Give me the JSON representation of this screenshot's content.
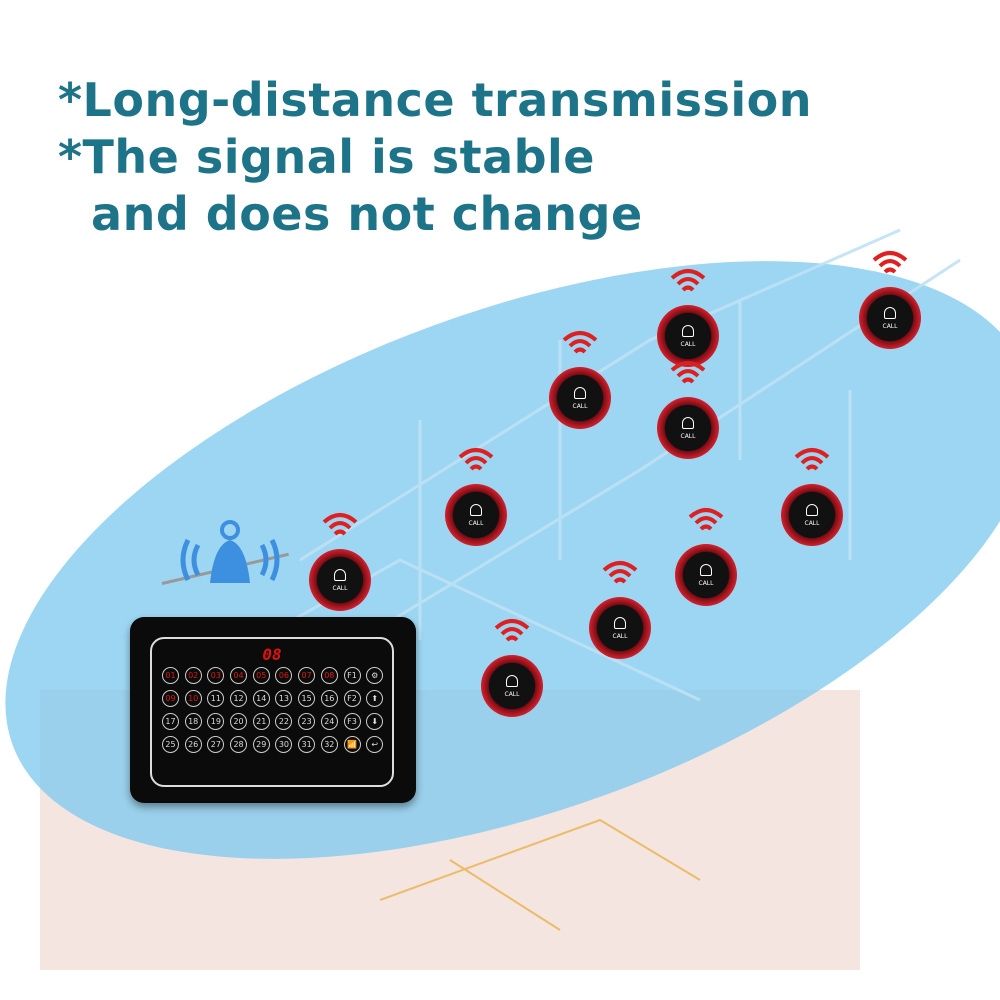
{
  "headline": {
    "line1": "*Long-distance transmission",
    "line2": "*The signal is stable",
    "line3": "  and does not change"
  },
  "receiver": {
    "display": "08",
    "keys": [
      "01",
      "02",
      "03",
      "04",
      "05",
      "06",
      "07",
      "08",
      "F1",
      "⚙",
      "09",
      "10",
      "11",
      "12",
      "14",
      "13",
      "15",
      "16",
      "F2",
      "⬆",
      "17",
      "18",
      "19",
      "20",
      "21",
      "22",
      "23",
      "24",
      "F3",
      "⬇",
      "25",
      "26",
      "27",
      "28",
      "29",
      "30",
      "31",
      "32",
      "📶",
      "↩"
    ],
    "active_keys": [
      "01",
      "02",
      "03",
      "04",
      "05",
      "06",
      "07",
      "08",
      "09",
      "10"
    ]
  },
  "call_button_label": "CALL",
  "colors": {
    "headline": "#1d7489",
    "ellipse": "#7cc8ef",
    "button_ring": "#c81e2a",
    "signal": "#e02020"
  }
}
